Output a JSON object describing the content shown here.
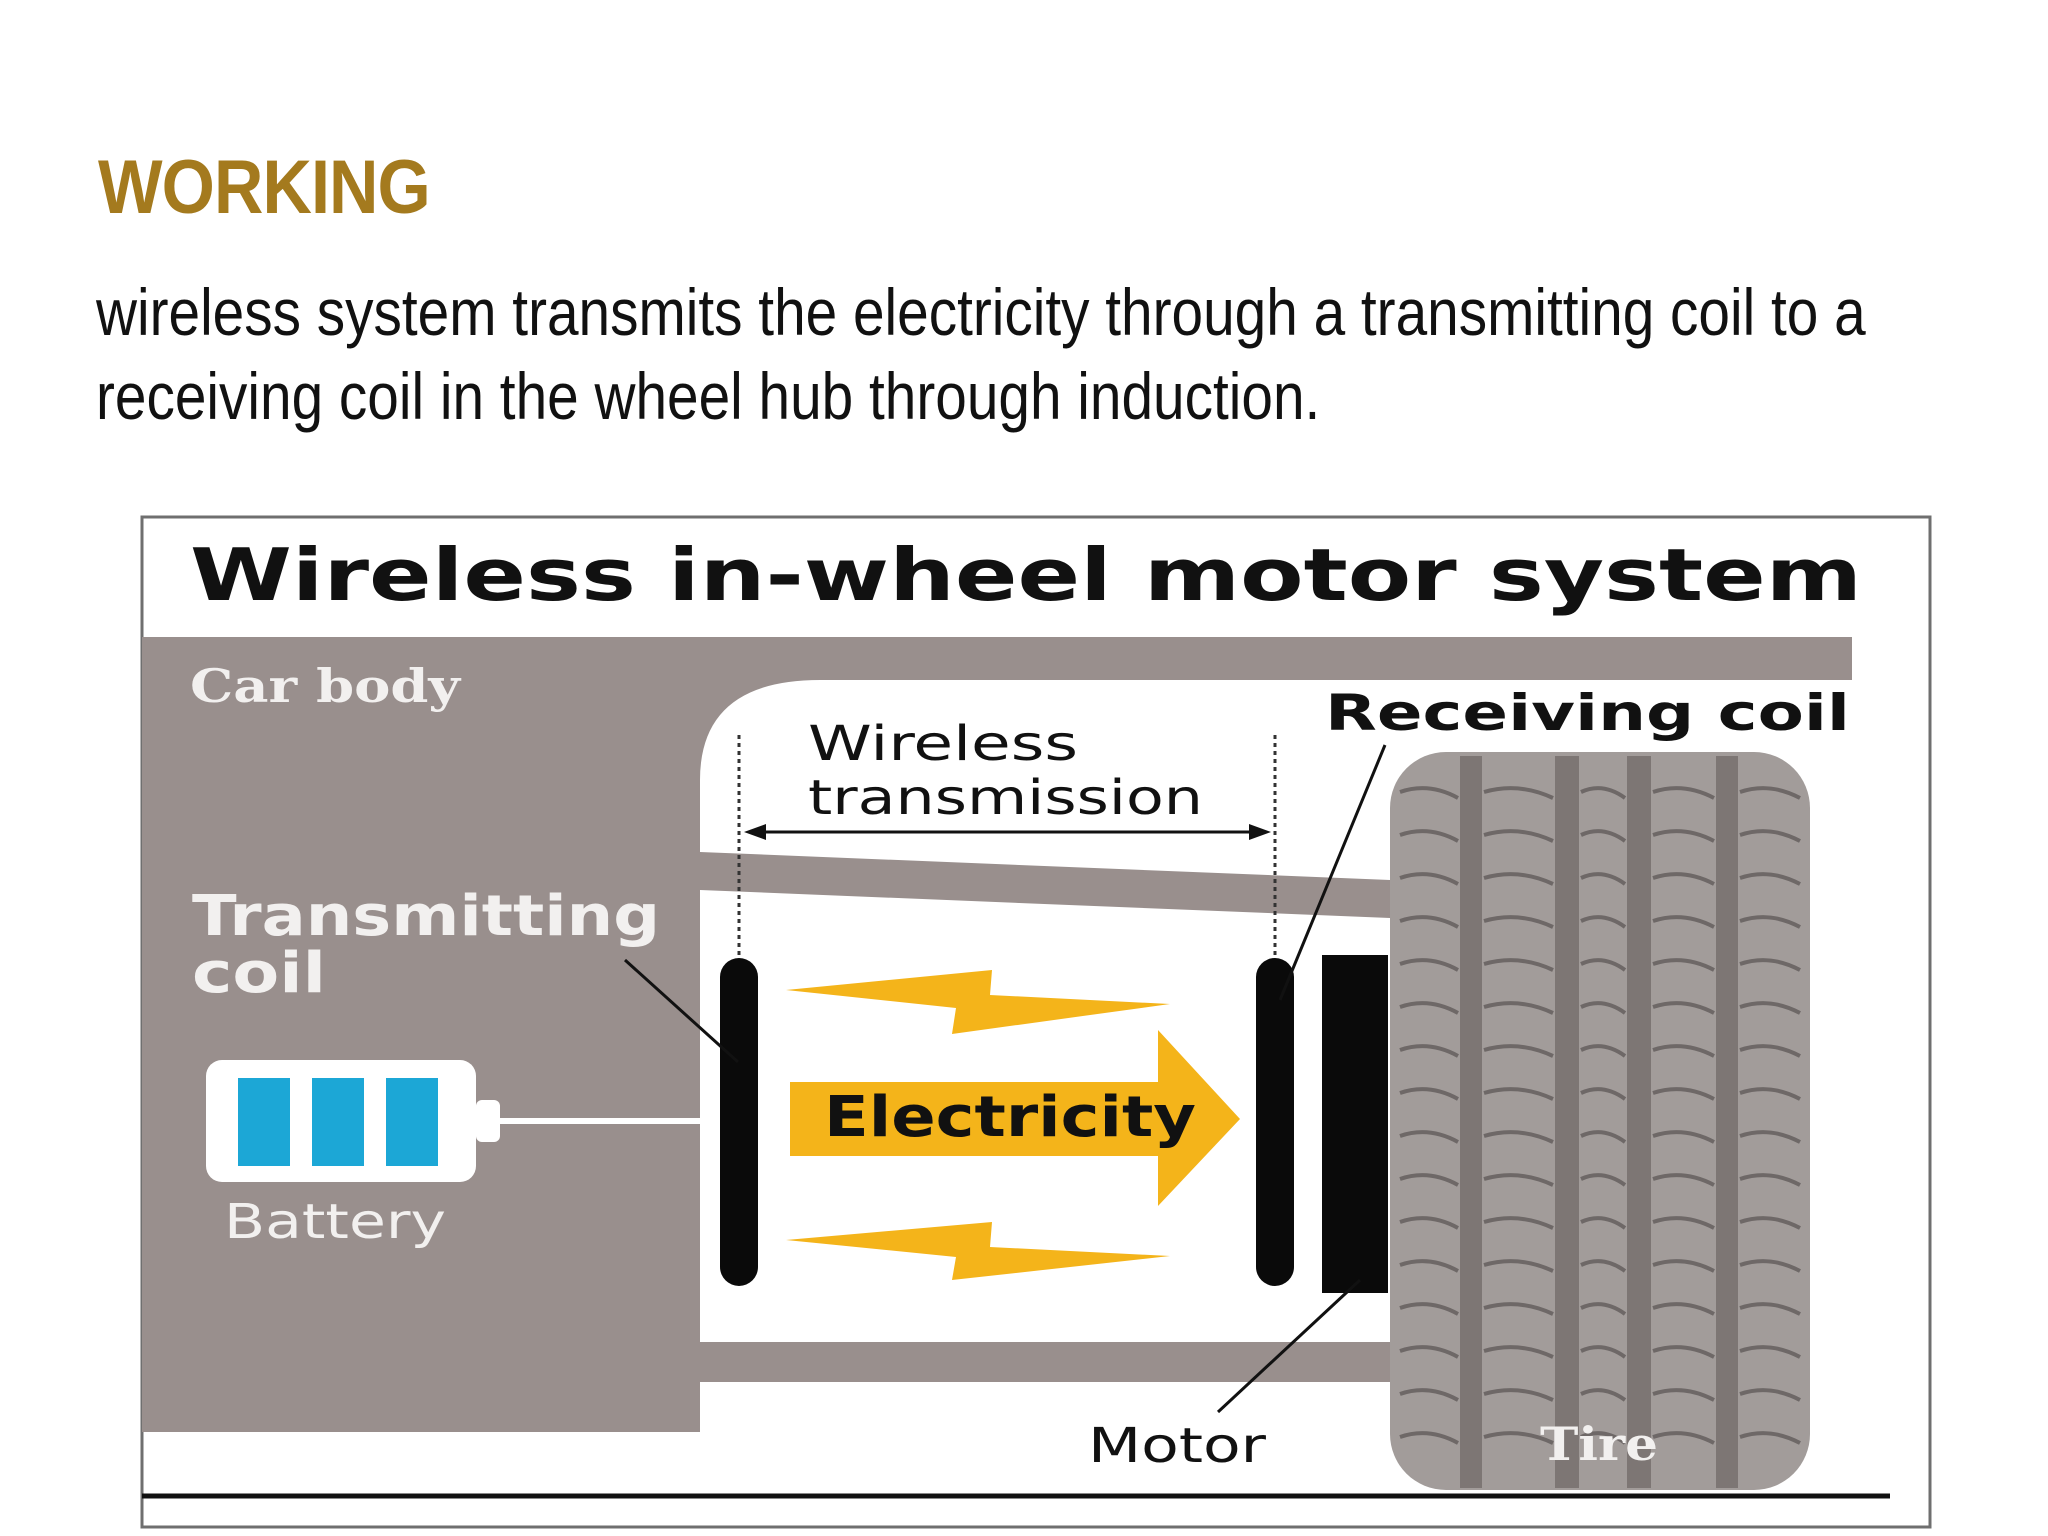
{
  "slide": {
    "title": "WORKING",
    "body": "wireless system transmits the electricity through a transmitting coil to a receiving coil in the wheel hub through induction."
  },
  "diagram": {
    "title": "Wireless in-wheel motor system",
    "labels": {
      "car_body": "Car body",
      "wireless_line1": "Wireless",
      "wireless_line2": "transmission",
      "receiving_coil": "Receiving coil",
      "transmitting_line1": "Transmitting",
      "transmitting_line2": "coil",
      "battery": "Battery",
      "electricity": "Electricity",
      "motor": "Motor",
      "tire": "Tire"
    },
    "icons": {
      "battery": "battery-icon",
      "arrow": "arrow-right-icon",
      "lightning": "lightning-bolt-icon"
    }
  },
  "colors": {
    "title_gold": "#A47A1E",
    "car_body_gray": "#998f8d",
    "tire_gray": "#a29c9a",
    "tire_groove": "#7d7674",
    "electricity_yellow": "#F4B41A",
    "battery_cyan": "#1CA7D6",
    "coil_black": "#0a0a0a"
  }
}
